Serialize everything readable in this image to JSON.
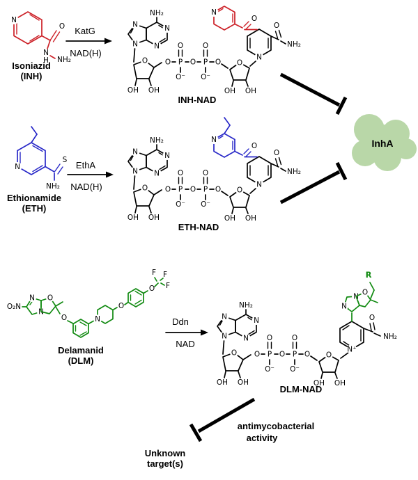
{
  "colors": {
    "structure_red": "#cc2027",
    "structure_blue": "#2929c8",
    "structure_green": "#118a11",
    "inha_fill": "#b9d7a8",
    "bond_black": "#000000"
  },
  "rows": {
    "inh": {
      "drug_name": "Isoniazid",
      "drug_abbr": "(INH)",
      "enzyme": "KatG",
      "cofactor": "NAD(H)",
      "adduct": "INH-NAD"
    },
    "eth": {
      "drug_name": "Ethionamide",
      "drug_abbr": "(ETH)",
      "enzyme": "EthA",
      "cofactor": "NAD(H)",
      "adduct": "ETH-NAD"
    },
    "dlm": {
      "drug_name": "Delamanid",
      "drug_abbr": "(DLM)",
      "enzyme": "Ddn",
      "cofactor": "NAD",
      "adduct": "DLM-NAD"
    }
  },
  "targets": {
    "inha": "InhA",
    "unknown_line1": "Unknown",
    "unknown_line2": "target(s)",
    "activity_line1": "antimycobacterial",
    "activity_line2": "activity"
  },
  "atoms": {
    "N": "N",
    "NH2": "NH₂",
    "O": "O",
    "OH": "OH",
    "O_minus": "O⁻",
    "P": "P",
    "S": "S",
    "F": "F",
    "H": "H",
    "O2N": "O₂N",
    "N_plus": "N⁺",
    "R": "R"
  }
}
